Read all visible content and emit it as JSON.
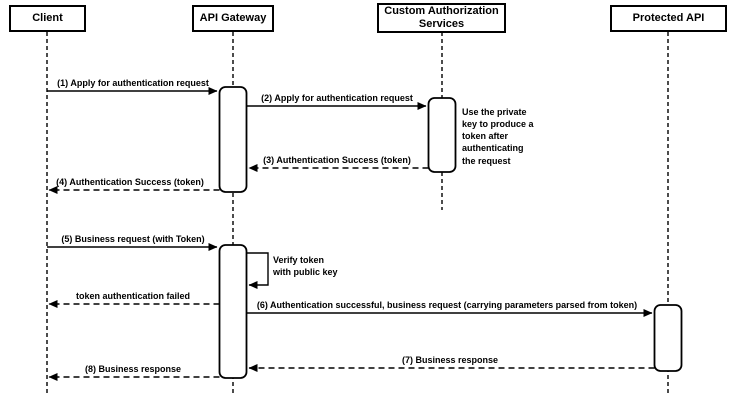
{
  "actors": [
    {
      "name": "Client"
    },
    {
      "name": "API Gateway"
    },
    {
      "name": "Custom Authorization Services"
    },
    {
      "name": "Protected API"
    }
  ],
  "messages": [
    {
      "label": "(1) Apply for authentication request",
      "from": "Client",
      "to": "API Gateway",
      "style": "solid"
    },
    {
      "label": "(2) Apply for authentication request",
      "from": "API Gateway",
      "to": "Custom Authorization Services",
      "style": "solid"
    },
    {
      "label": "(3) Authentication Success (token)",
      "from": "Custom Authorization Services",
      "to": "API Gateway",
      "style": "dashed"
    },
    {
      "label": "(4) Authentication Success (token)",
      "from": "API Gateway",
      "to": "Client",
      "style": "dashed"
    },
    {
      "label": "(5) Business request (with Token)",
      "from": "Client",
      "to": "API Gateway",
      "style": "solid"
    },
    {
      "label": "token authentication failed",
      "from": "API Gateway",
      "to": "Client",
      "style": "dashed"
    },
    {
      "label": "(6) Authentication successful, business request (carrying parameters parsed from token)",
      "from": "API Gateway",
      "to": "Protected API",
      "style": "solid"
    },
    {
      "label": "(7) Business response",
      "from": "Protected API",
      "to": "API Gateway",
      "style": "dashed"
    },
    {
      "label": "(8) Business response",
      "from": "API Gateway",
      "to": "Client",
      "style": "dashed"
    }
  ],
  "self_message": {
    "label": "Verify token\nwith public key",
    "actor": "API Gateway",
    "style": "solid"
  },
  "note": {
    "text": "Use the private\nkey to produce a\ntoken after\nauthenticating\nthe request",
    "actor": "Custom Authorization Services"
  },
  "colors": {
    "stroke": "#000000",
    "background": "#ffffff",
    "shape_fill": "#ffffff"
  }
}
